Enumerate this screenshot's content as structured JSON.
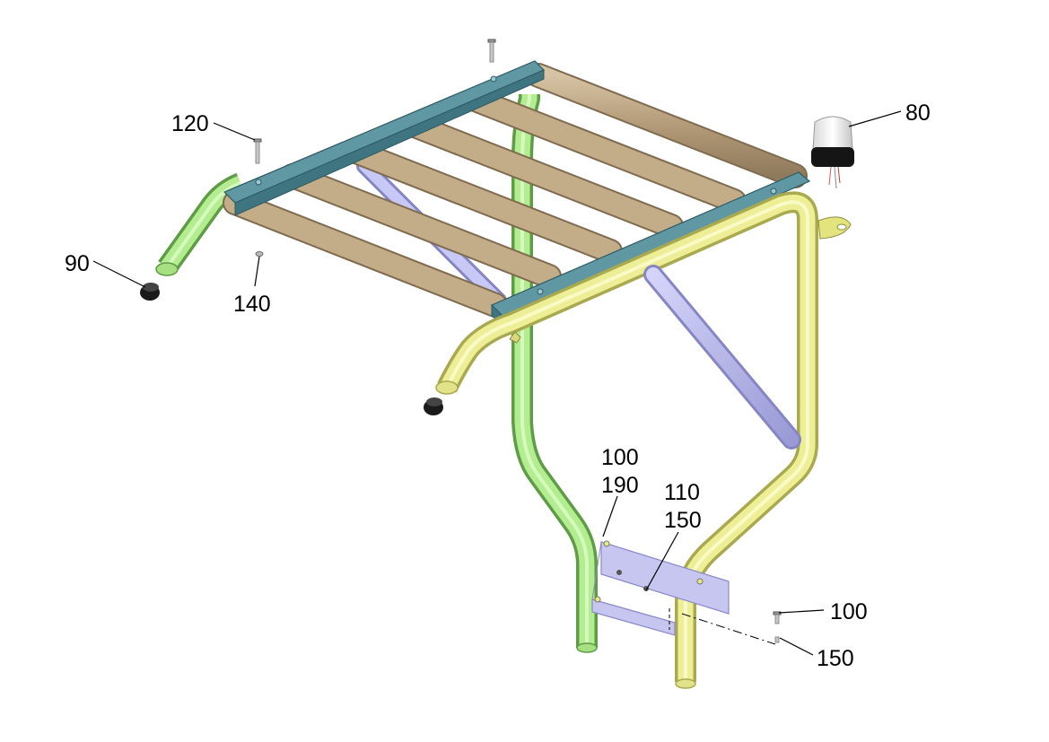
{
  "callouts": {
    "c80": "80",
    "c90": "90",
    "c120": "120",
    "c140": "140",
    "c100a": "100",
    "c190": "190",
    "c110": "110",
    "c150a": "150",
    "c100b": "100",
    "c150b": "150"
  },
  "colors": {
    "rack_frame": "#5a8f9a",
    "rack_slats": "#b8a07f",
    "green_tube": "#aee88a",
    "yellow_tube": "#ecec8a",
    "brace": "#b8b8ec",
    "plate": "#c8c8f0",
    "beacon_lens": "#f2f2f2",
    "beacon_base": "#151515",
    "bumper_cap": "#1a1a1a"
  }
}
